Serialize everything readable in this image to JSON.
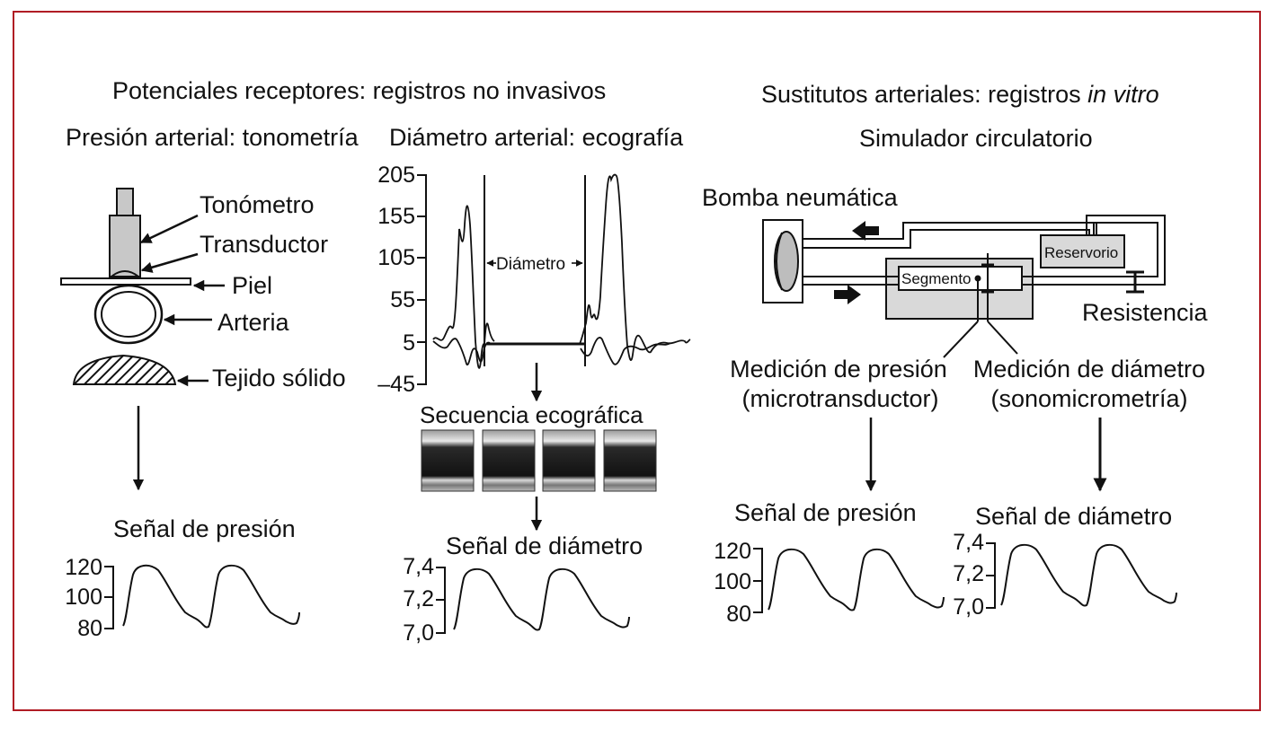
{
  "border_color": "#b01c24",
  "left_panel": {
    "heading": "Potenciales receptores: registros no invasivos",
    "tonometry": {
      "subheading": "Presión arterial: tonometría",
      "labels": {
        "tonometer": "Tonómetro",
        "transducer": "Transductor",
        "skin": "Piel",
        "artery": "Arteria",
        "tissue": "Tejido sólido"
      },
      "signal_title": "Señal de presión",
      "axis_ticks": [
        "120",
        "100",
        "80"
      ]
    },
    "ultrasound": {
      "subheading": "Diámetro arterial: ecografía",
      "axis_ticks": [
        "205",
        "155",
        "105",
        "55",
        "5",
        "–45"
      ],
      "diameter_label": "Diámetro",
      "sequence_title": "Secuencia ecográfica",
      "signal_title": "Señal de diámetro",
      "axis_ticks_signal": [
        "7,4",
        "7,2",
        "7,0"
      ]
    }
  },
  "right_panel": {
    "heading_prefix": "Sustitutos arteriales: registros ",
    "heading_italic": "in vitro",
    "subheading": "Simulador circulatorio",
    "labels": {
      "pump": "Bomba neumática",
      "reservoir": "Reservorio",
      "segment": "Segmento",
      "resistance": "Resistencia",
      "pressure_measure_1": "Medición de presión",
      "pressure_measure_2": "(microtransductor)",
      "diameter_measure_1": "Medición de diámetro",
      "diameter_measure_2": "(sonomicrometría)"
    },
    "pressure_signal_title": "Señal de presión",
    "pressure_axis_ticks": [
      "120",
      "100",
      "80"
    ],
    "diameter_signal_title": "Señal de diámetro",
    "diameter_axis_ticks": [
      "7,4",
      "7,2",
      "7,0"
    ]
  }
}
